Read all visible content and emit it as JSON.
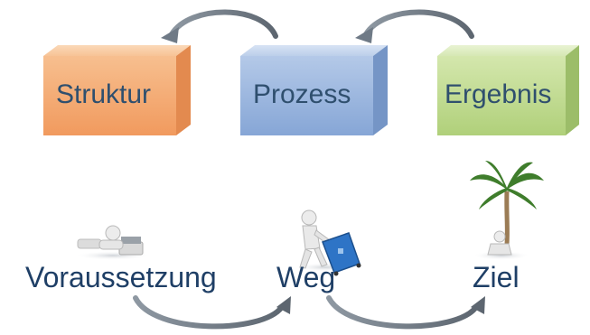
{
  "boxes": [
    {
      "label": "Struktur",
      "color": "#f4a870"
    },
    {
      "label": "Prozess",
      "color": "#8fb0dc"
    },
    {
      "label": "Ergebnis",
      "color": "#bcd88a"
    }
  ],
  "path": [
    {
      "label": "Voraussetzung",
      "icon": "person-lying-on-laptop-icon"
    },
    {
      "label": "Weg",
      "icon": "person-walking-with-suitcase-icon"
    },
    {
      "label": "Ziel",
      "icon": "person-under-palm-tree-icon"
    }
  ],
  "colors": {
    "text": "#1f3f66",
    "arrow": "#6f7a86"
  }
}
